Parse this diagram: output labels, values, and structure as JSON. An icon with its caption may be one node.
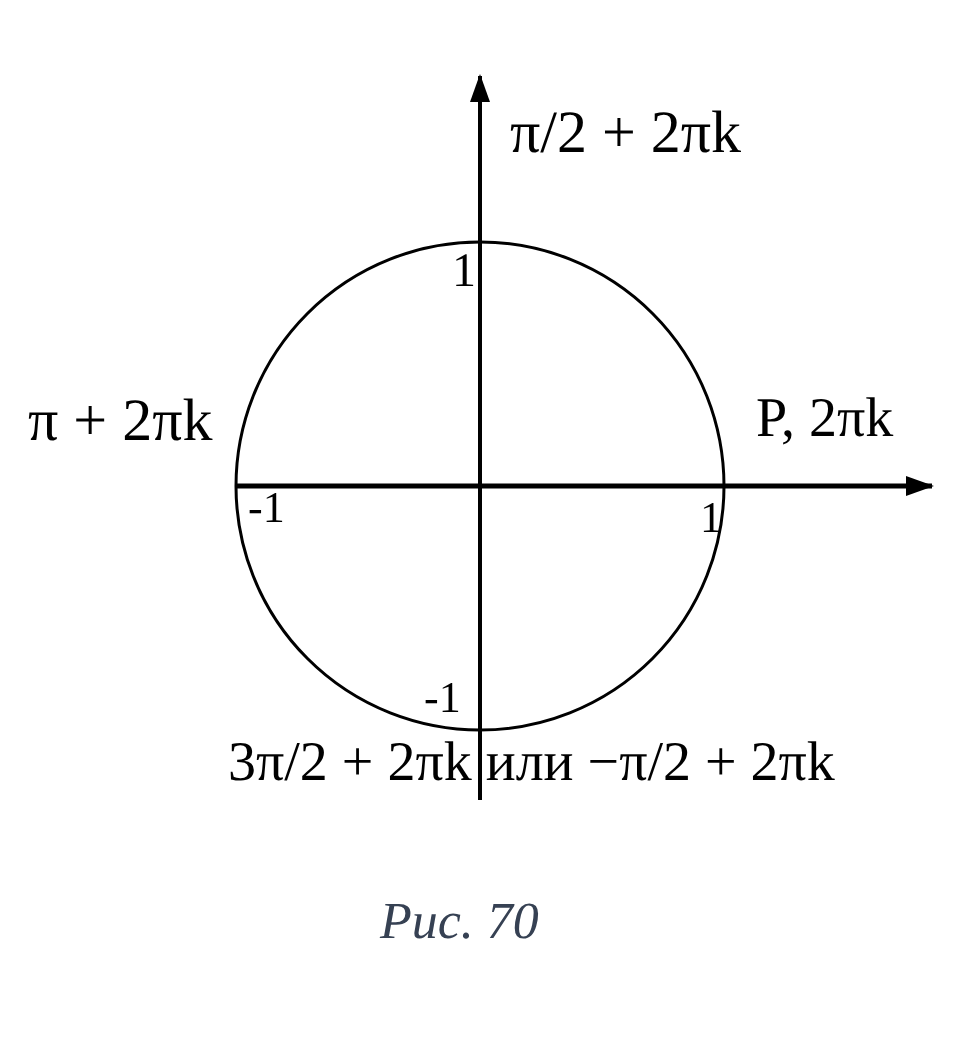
{
  "diagram": {
    "caption": "Рис. 70",
    "labels": [
      "π/2 + 2πk",
      "1",
      "π + 2πk",
      "P, 2πk",
      "-1",
      "1",
      "-1",
      "3π/2 + 2πk или −π/2 + 2πk"
    ]
  }
}
